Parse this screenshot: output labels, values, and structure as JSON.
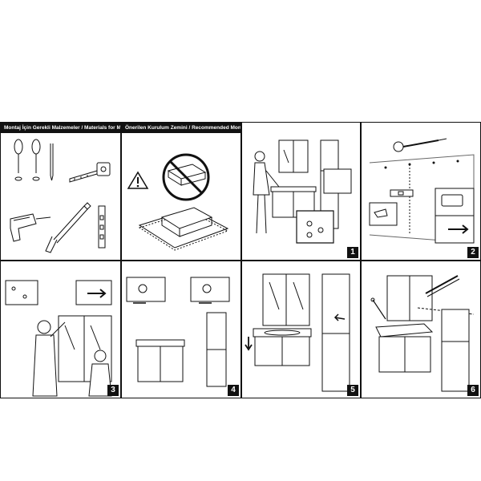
{
  "headers": {
    "materials": "Montaj İçin Gerekli Malzemeler / Materials for Montage",
    "floor": "Önerilen Kurulum Zemini / Recommended Montage Floor"
  },
  "steps": [
    "1",
    "2",
    "3",
    "4",
    "5",
    "6"
  ]
}
